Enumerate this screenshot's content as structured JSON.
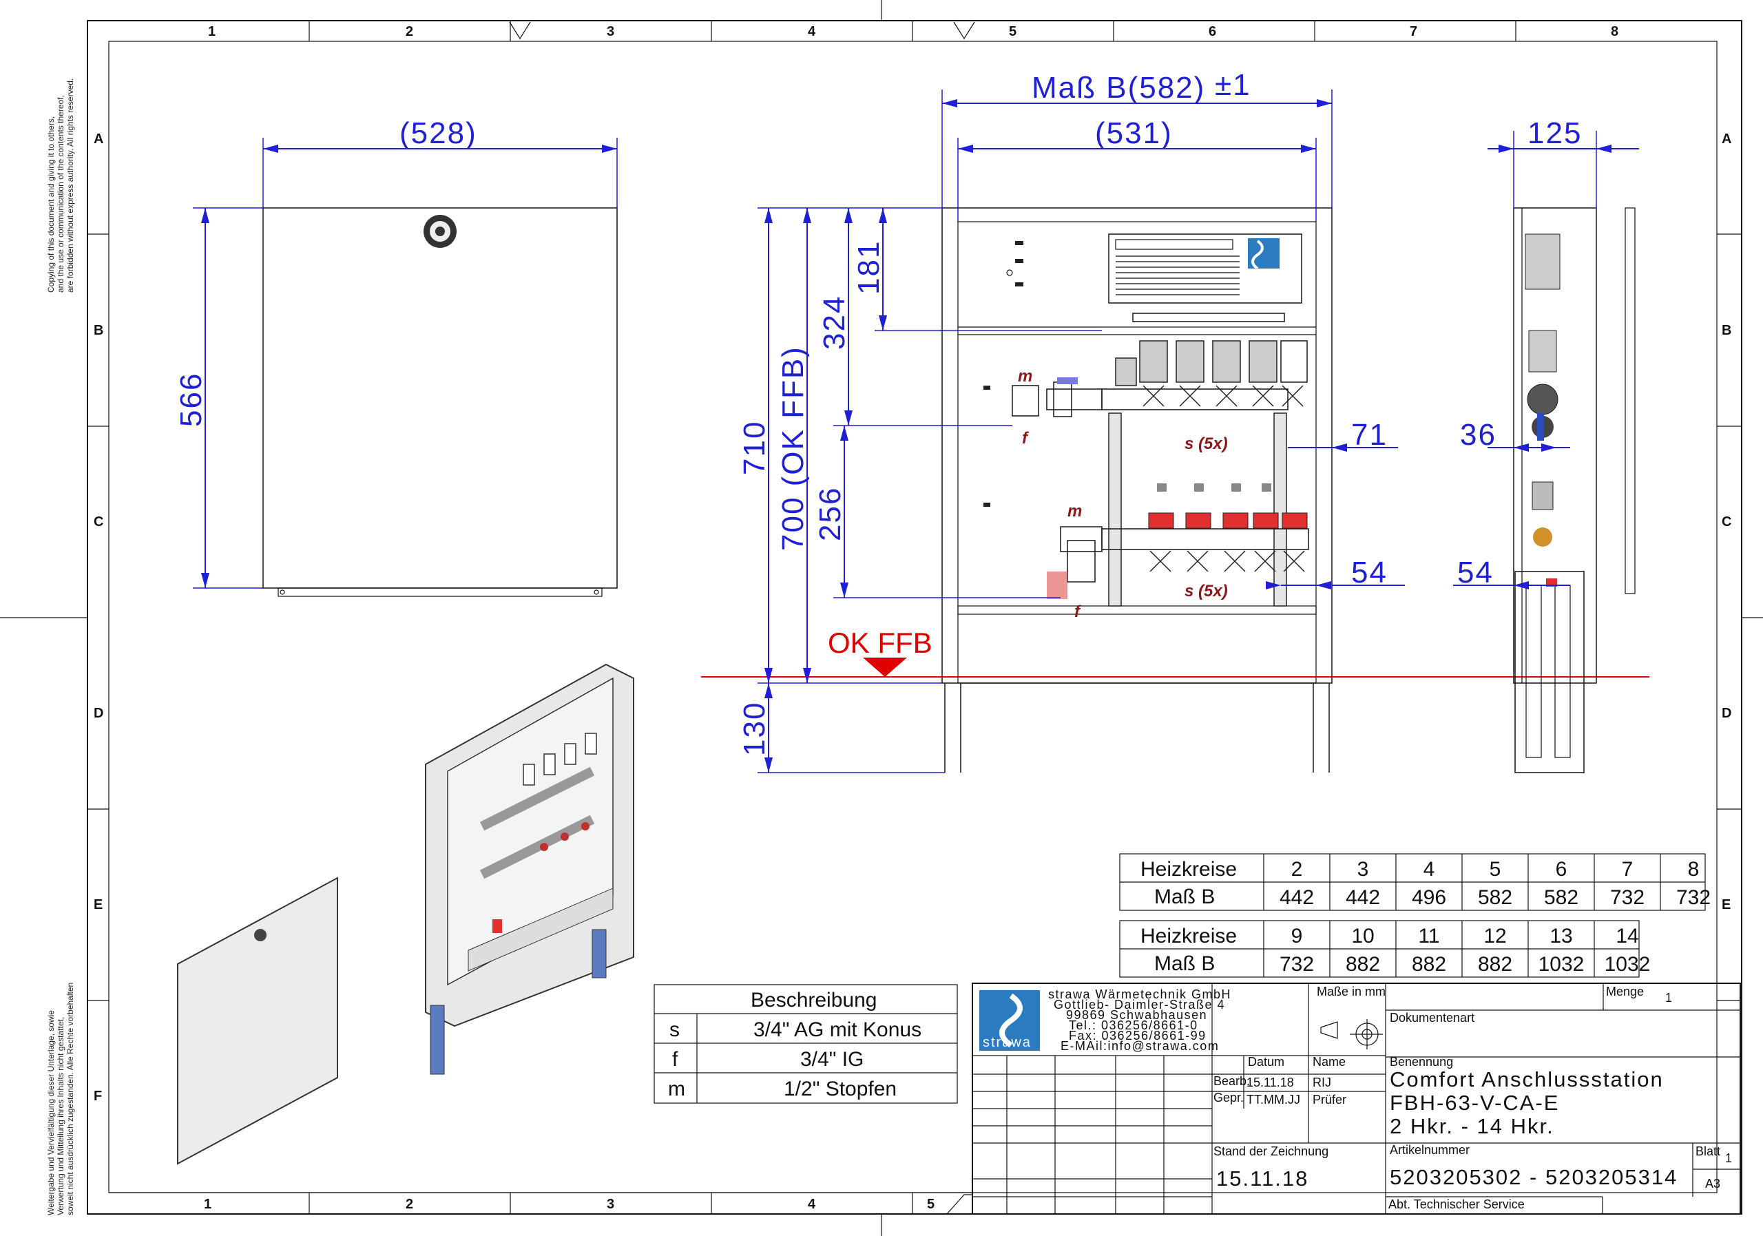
{
  "grid": {
    "columns": [
      "1",
      "2",
      "3",
      "4",
      "5",
      "6",
      "7",
      "8"
    ],
    "rows": [
      "A",
      "B",
      "C",
      "D",
      "E",
      "F"
    ],
    "bottom_columns": [
      "1",
      "2",
      "3",
      "4",
      "5"
    ]
  },
  "side_notes": {
    "top": [
      "Copying of this document and giving it to others,",
      "and the use or communication of the contents thereof,",
      "are forbidden without express authority. All rights reserved."
    ],
    "bottom": [
      "Weitergabe und Vervielfältigung dieser Unterlage, sowie",
      "Verwertung und Mitteilung ihres Inhalts nicht gestattet,",
      "soweit nicht ausdrücklich zugestanden. Alle Rechte vorbehalten"
    ]
  },
  "dimensions": {
    "door_width": "(528)",
    "door_height": "566",
    "mass_b": "Maß B(582)",
    "mass_b_tol": "±1",
    "inner_width": "(531)",
    "d181": "181",
    "d324": "324",
    "d710": "710",
    "d700": "700 (OK FFB)",
    "d256": "256",
    "d130": "130",
    "d71": "71",
    "d54_front": "54",
    "side_depth": "125",
    "side_36": "36",
    "side_54": "54"
  },
  "annotations": {
    "ok_ffb": "OK FFB",
    "m": "m",
    "f": "f",
    "s5x": "s (5x)"
  },
  "tables": {
    "heizkreise_label": "Heizkreise",
    "mass_b_label": "Maß B",
    "row1": {
      "heizkreise": [
        "2",
        "3",
        "4",
        "5",
        "6",
        "7",
        "8"
      ],
      "mass_b": [
        "442",
        "442",
        "496",
        "582",
        "582",
        "732",
        "732"
      ]
    },
    "row2": {
      "heizkreise": [
        "9",
        "10",
        "11",
        "12",
        "13",
        "14"
      ],
      "mass_b": [
        "732",
        "882",
        "882",
        "882",
        "1032",
        "1032"
      ]
    },
    "highlight_color": "#1a6fb0"
  },
  "legend": {
    "header": "Beschreibung",
    "rows": [
      {
        "key": "s",
        "value": "3/4\" AG mit Konus"
      },
      {
        "key": "f",
        "value": "3/4\" IG"
      },
      {
        "key": "m",
        "value": "1/2\" Stopfen"
      }
    ]
  },
  "title_block": {
    "logo_text": "strawa",
    "company_lines": [
      "strawa Wärmetechnik GmbH",
      "Gottlieb- Daimler-Straße 4",
      "99869 Schwabhausen",
      "Tel.: 036256/8661-0",
      "Fax: 036256/8661-99",
      "E-MAil:info@strawa.com"
    ],
    "masse": "Maße in mm",
    "menge_label": "Menge",
    "menge_value": "1",
    "dokumentenart": "Dokumentenart",
    "benennung_label": "Benennung",
    "benennung": [
      "Comfort Anschlussstation",
      "FBH-63-V-CA-E",
      "2 Hkr. - 14 Hkr."
    ],
    "datum_label": "Datum",
    "name_label": "Name",
    "bearb_label": "Bearb.",
    "bearb_date": "15.11.18",
    "bearb_name": "RIJ",
    "gepr_label": "Gepr.",
    "gepr_date": "TT.MM.JJ",
    "gepr_name": "Prüfer",
    "stand_label": "Stand der Zeichnung",
    "stand_value": "15.11.18",
    "artikel_label": "Artikelnummer",
    "artikel_value": "5203205302 - 5203205314",
    "blatt_label": "Blatt",
    "blatt_value": "1",
    "format": "A3",
    "abt": "Abt. Technischer Service"
  },
  "colors": {
    "dimension": "#1f1fd6",
    "red_line": "#e00000",
    "label_brown": "#8a1a1a",
    "valve_red": "#e03030"
  }
}
